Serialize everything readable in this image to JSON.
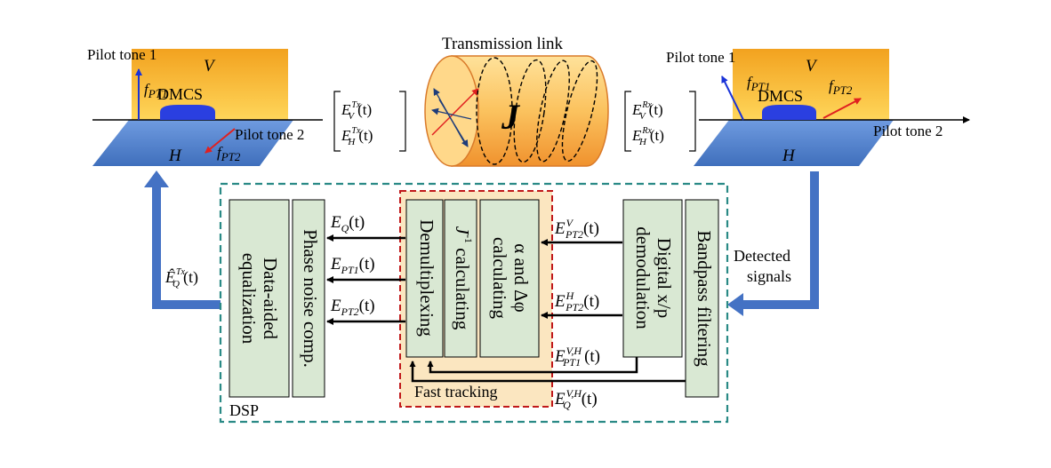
{
  "left_plane": {
    "pilot_tone_label": "Pilot tone 1",
    "pilot_tone2_label": "Pilot tone 2",
    "v_label": "V",
    "h_label": "H",
    "dmcs_label": "DMCS",
    "f_pt1_main": "f",
    "f_pt1_sub": "PT1",
    "f_pt2_main": "f",
    "f_pt2_sub": "PT2"
  },
  "tx_vector": {
    "row1_main": "E",
    "row1_sup": "Tx",
    "row1_sub": "V",
    "row1_arg": "(t)",
    "row2_main": "E",
    "row2_sup": "Tx",
    "row2_sub": "H",
    "row2_arg": "(t)"
  },
  "transmission_link": {
    "title": "Transmission link",
    "matrix_label": "J"
  },
  "rx_vector": {
    "row1_main": "E",
    "row1_sup": "Rx",
    "row1_sub": "V",
    "row1_arg": "(t)",
    "row2_main": "E",
    "row2_sup": "Rx",
    "row2_sub": "H",
    "row2_arg": "(t)"
  },
  "right_plane": {
    "pilot_tone1_label": "Pilot tone 1",
    "pilot_tone2_label": "Pilot tone 2",
    "v_label": "V",
    "h_label": "H",
    "dmcs_label": "DMCS",
    "f_pt1_main": "f",
    "f_pt1_sub": "PT1",
    "f_pt2_main": "f",
    "f_pt2_sub": "PT2"
  },
  "dsp": {
    "label": "DSP",
    "fast_tracking_label": "Fast tracking",
    "blocks": {
      "data_aided_eq": "Data-aided equalization",
      "phase_noise_comp": "Phase noise comp.",
      "demultiplexing": "Demultiplexing",
      "j_inv_main": "J",
      "j_inv_sup": "-1",
      "j_inv_rest": " calculating",
      "alpha_delta_phi": "α and Δφ calculating",
      "digital_xp": "Digital x/p demodulation",
      "bandpass": "Bandpass filtering"
    },
    "signals": {
      "eq_main": "E",
      "eq_sub": "Q",
      "eq_arg": "(t)",
      "ept1_main": "E",
      "ept1_sub": "PT1",
      "ept1_arg": "(t)",
      "ept2_main": "E",
      "ept2_sub": "PT2",
      "ept2_arg": "(t)",
      "ev_pt2_main": "E",
      "ev_pt2_sup": "V",
      "ev_pt2_sub": "PT2",
      "ev_pt2_arg": "(t)",
      "eh_pt2_main": "E",
      "eh_pt2_sup": "H",
      "eh_pt2_sub": "PT2",
      "eh_pt2_arg": "(t)",
      "evh_pt1_main": "E",
      "evh_pt1_sup": "V,H",
      "evh_pt1_sub": "PT1",
      "evh_pt1_arg": "(t)",
      "evh_q_main": "E",
      "evh_q_sup": "V,H",
      "evh_q_sub": "Q",
      "evh_q_arg": "(t)"
    }
  },
  "feedback": {
    "detected_line1": "Detected",
    "detected_line2": "signals",
    "eq_hat_main": "Ê",
    "eq_hat_sup": "Tx",
    "eq_hat_sub": "Q",
    "eq_hat_arg": "(t)"
  },
  "colors": {
    "gold_top": "#f4a722",
    "gold_bottom": "#ffd54f",
    "blue_plane": "#4f7fc8",
    "dmcs_blue": "#2a3fe0",
    "pilot_blue": "#1a33d8",
    "pilot_red": "#e02020",
    "block_fill": "#d9e8d3",
    "tracking_fill": "#fbe6c0",
    "dsp_border": "#2a8a86",
    "tracking_border": "#c0181a",
    "feedback_blue": "#4472c4",
    "cylinder_orange": "#f5a84a"
  }
}
